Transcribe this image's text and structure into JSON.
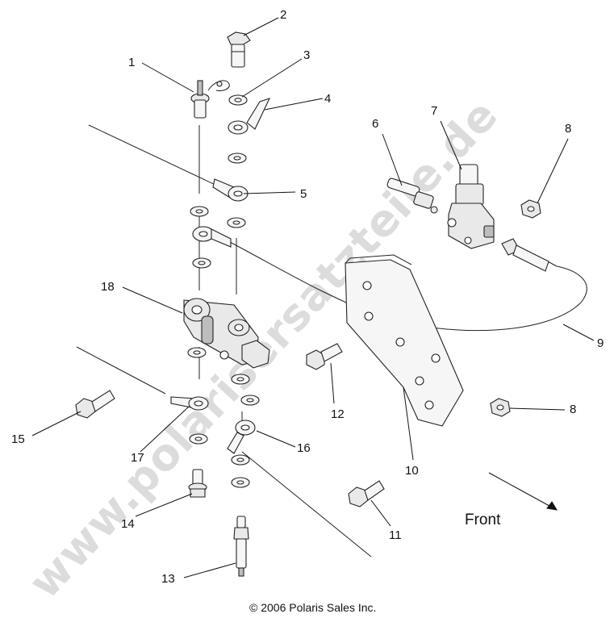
{
  "callouts": {
    "c1": "1",
    "c2": "2",
    "c3": "3",
    "c4": "4",
    "c5": "5",
    "c6": "6",
    "c7": "7",
    "c8a": "8",
    "c8b": "8",
    "c9": "9",
    "c10": "10",
    "c11": "11",
    "c12": "12",
    "c13": "13",
    "c14": "14",
    "c15": "15",
    "c16": "16",
    "c17": "17",
    "c18": "18"
  },
  "front_label": "Front",
  "copyright": "© 2006 Polaris Sales Inc.",
  "watermark": "www.polarisersatzteile.de",
  "colors": {
    "ink": "#111111",
    "part_fill": "#e9e9e9",
    "watermark": "#d6d6d6"
  }
}
